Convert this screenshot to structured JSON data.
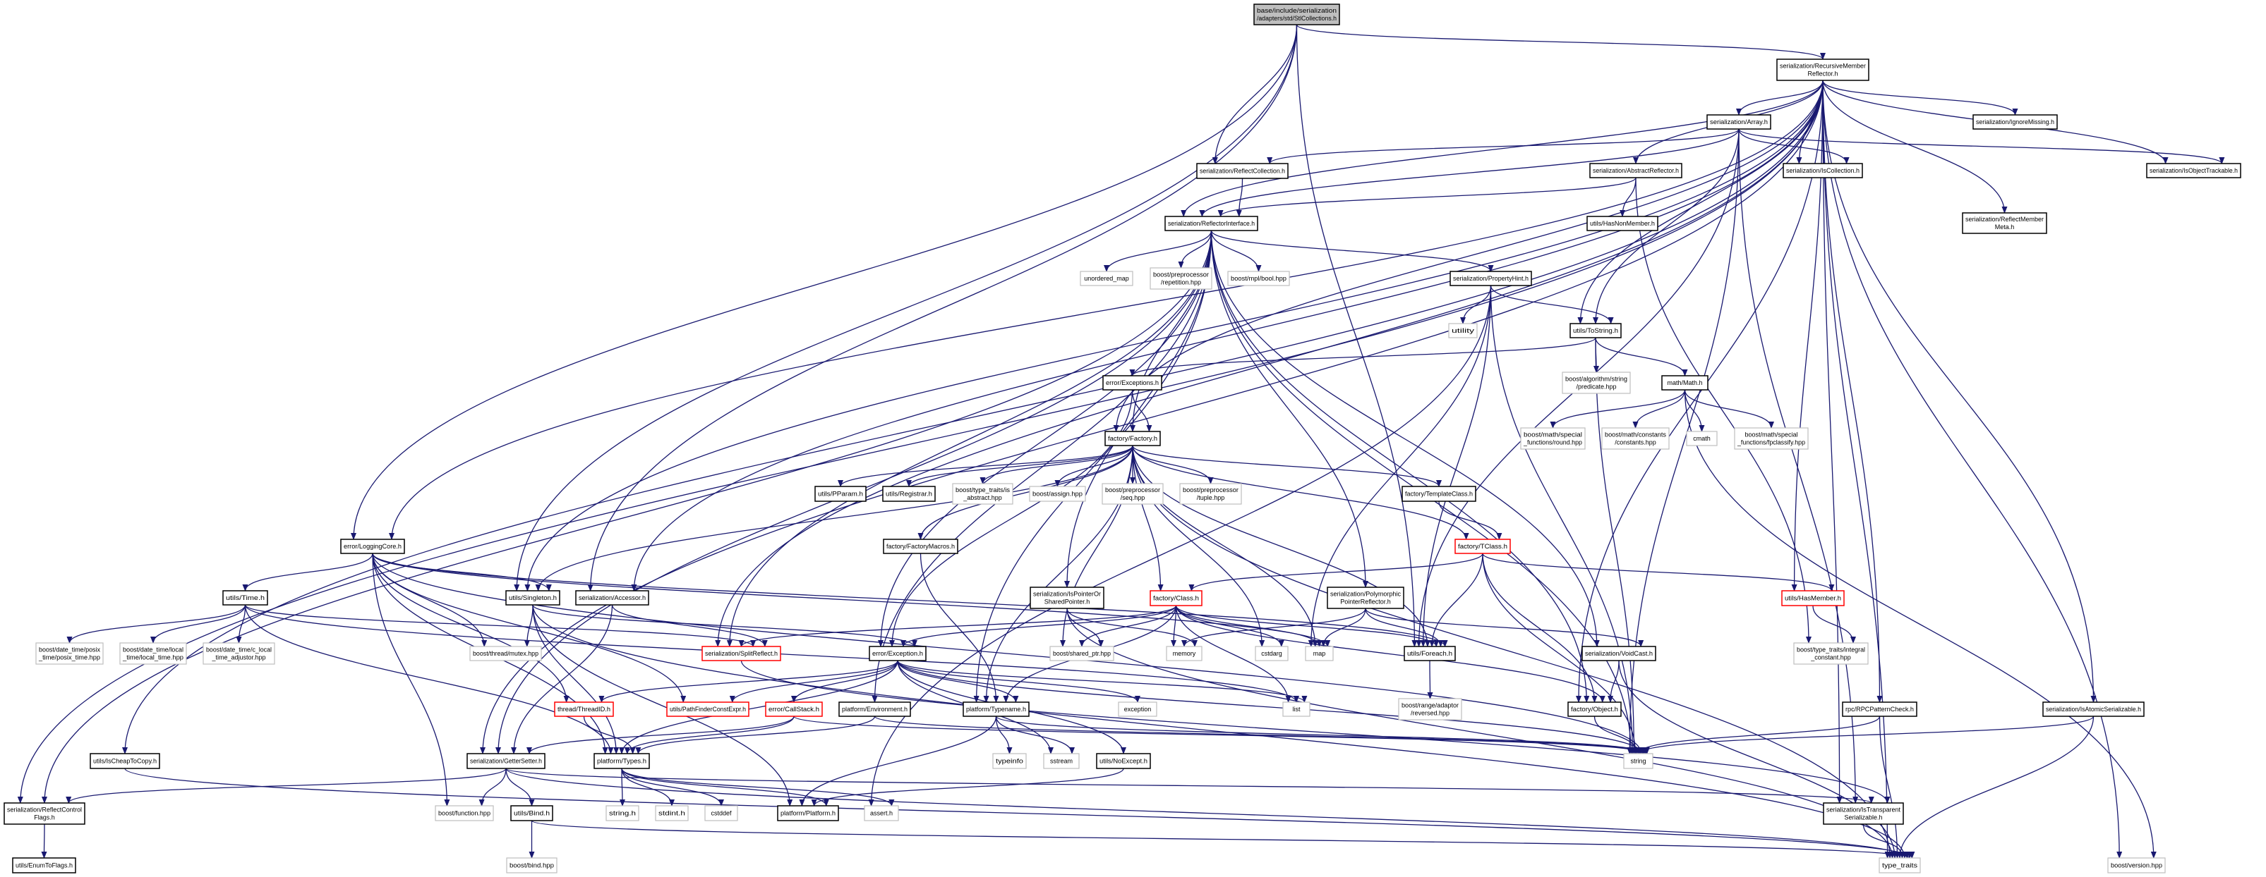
{
  "title": "base/include/serialization/adapters/std/StlCollections.h",
  "colors": {
    "edge": "#191970",
    "root_fill": "#bfbfbf",
    "local_border": "#000000",
    "system_border": "#bfbfbf",
    "truncated_border": "#ff0000"
  },
  "nodes": [
    {
      "id": "root",
      "kind": "root",
      "label": [
        "base/include/serialization",
        "/adapters/std/StlCollections.h"
      ]
    },
    {
      "id": "rmr",
      "kind": "local",
      "label": [
        "serialization/RecursiveMember",
        "Reflector.h"
      ]
    },
    {
      "id": "array",
      "kind": "local",
      "label": [
        "serialization/Array.h"
      ]
    },
    {
      "id": "ignore",
      "kind": "local",
      "label": [
        "serialization/IgnoreMissing.h"
      ]
    },
    {
      "id": "abstract",
      "kind": "local",
      "label": [
        "serialization/AbstractReflector.h"
      ]
    },
    {
      "id": "iscoll",
      "kind": "local",
      "label": [
        "serialization/IsCollection.h"
      ]
    },
    {
      "id": "istrack",
      "kind": "local",
      "label": [
        "serialization/IsObjectTrackable.h"
      ]
    },
    {
      "id": "hasnon",
      "kind": "local",
      "label": [
        "utils/HasNonMember.h"
      ]
    },
    {
      "id": "meta",
      "kind": "local",
      "label": [
        "serialization/ReflectMember",
        "Meta.h"
      ]
    },
    {
      "id": "rcoll",
      "kind": "local",
      "label": [
        "serialization/ReflectCollection.h"
      ]
    },
    {
      "id": "rif",
      "kind": "local",
      "label": [
        "serialization/ReflectorInterface.h"
      ]
    },
    {
      "id": "umap",
      "kind": "system",
      "label": [
        "unordered_map"
      ]
    },
    {
      "id": "rep",
      "kind": "system",
      "label": [
        "boost/preprocessor",
        "/repetition.hpp"
      ]
    },
    {
      "id": "mplbool",
      "kind": "system",
      "label": [
        "boost/mpl/bool.hpp"
      ]
    },
    {
      "id": "phint",
      "kind": "local",
      "label": [
        "serialization/PropertyHint.h"
      ]
    },
    {
      "id": "utility",
      "kind": "system",
      "label": [
        "utility"
      ]
    },
    {
      "id": "tostring",
      "kind": "local",
      "label": [
        "utils/ToString.h"
      ]
    },
    {
      "id": "pred",
      "kind": "system",
      "label": [
        "boost/algorithm/string",
        "/predicate.hpp"
      ]
    },
    {
      "id": "math",
      "kind": "local",
      "label": [
        "math/Math.h"
      ]
    },
    {
      "id": "round",
      "kind": "system",
      "label": [
        "boost/math/special",
        "_functions/round.hpp"
      ]
    },
    {
      "id": "consts",
      "kind": "system",
      "label": [
        "boost/math/constants",
        "/constants.hpp"
      ]
    },
    {
      "id": "cmath",
      "kind": "system",
      "label": [
        "cmath"
      ]
    },
    {
      "id": "fpc",
      "kind": "system",
      "label": [
        "boost/math/special",
        "_functions/fpclassify.hpp"
      ]
    },
    {
      "id": "errexc",
      "kind": "local",
      "label": [
        "error/Exceptions.h"
      ]
    },
    {
      "id": "factory",
      "kind": "local",
      "label": [
        "factory/Factory.h"
      ]
    },
    {
      "id": "pparam",
      "kind": "local",
      "label": [
        "utils/PParam.h"
      ]
    },
    {
      "id": "registrar",
      "kind": "local",
      "label": [
        "utils/Registrar.h"
      ]
    },
    {
      "id": "isabs",
      "kind": "system",
      "label": [
        "boost/type_traits/is",
        "_abstract.hpp"
      ]
    },
    {
      "id": "assign",
      "kind": "system",
      "label": [
        "boost/assign.hpp"
      ]
    },
    {
      "id": "seq",
      "kind": "system",
      "label": [
        "boost/preprocessor",
        "/seq.hpp"
      ]
    },
    {
      "id": "tuple",
      "kind": "system",
      "label": [
        "boost/preprocessor",
        "/tuple.hpp"
      ]
    },
    {
      "id": "tmplclass",
      "kind": "local",
      "label": [
        "factory/TemplateClass.h"
      ]
    },
    {
      "id": "fmacros",
      "kind": "local",
      "label": [
        "factory/FactoryMacros.h"
      ]
    },
    {
      "id": "tclass",
      "kind": "truncated",
      "label": [
        "factory/TClass.h"
      ]
    },
    {
      "id": "logcore",
      "kind": "local",
      "label": [
        "error/LoggingCore.h"
      ]
    },
    {
      "id": "time",
      "kind": "local",
      "label": [
        "utils/Time.h"
      ]
    },
    {
      "id": "singleton",
      "kind": "local",
      "label": [
        "utils/Singleton.h"
      ]
    },
    {
      "id": "accessor",
      "kind": "local",
      "label": [
        "serialization/Accessor.h"
      ]
    },
    {
      "id": "isptr",
      "kind": "local",
      "label": [
        "serialization/IsPointerOr",
        "SharedPointer.h"
      ]
    },
    {
      "id": "class",
      "kind": "truncated",
      "label": [
        "factory/Class.h"
      ]
    },
    {
      "id": "poly",
      "kind": "local",
      "label": [
        "serialization/Polymorphic",
        "PointerReflector.h"
      ]
    },
    {
      "id": "hasmember",
      "kind": "truncated",
      "label": [
        "utils/HasMember.h"
      ]
    },
    {
      "id": "posix",
      "kind": "system",
      "label": [
        "boost/date_time/posix",
        "_time/posix_time.hpp"
      ]
    },
    {
      "id": "local",
      "kind": "system",
      "label": [
        "boost/date_time/local",
        "_time/local_time.hpp"
      ]
    },
    {
      "id": "clocal",
      "kind": "system",
      "label": [
        "boost/date_time/c_local",
        "_time_adjustor.hpp"
      ]
    },
    {
      "id": "mutex",
      "kind": "system",
      "label": [
        "boost/thread/mutex.hpp"
      ]
    },
    {
      "id": "split",
      "kind": "truncated",
      "label": [
        "serialization/SplitReflect.h"
      ]
    },
    {
      "id": "exception_h",
      "kind": "local",
      "label": [
        "error/Exception.h"
      ]
    },
    {
      "id": "sharedptr",
      "kind": "system",
      "label": [
        "boost/shared_ptr.hpp"
      ]
    },
    {
      "id": "memory",
      "kind": "system",
      "label": [
        "memory"
      ]
    },
    {
      "id": "cstdarg",
      "kind": "system",
      "label": [
        "cstdarg"
      ]
    },
    {
      "id": "map",
      "kind": "system",
      "label": [
        "map"
      ]
    },
    {
      "id": "foreach",
      "kind": "local",
      "label": [
        "utils/Foreach.h"
      ]
    },
    {
      "id": "integral",
      "kind": "system",
      "label": [
        "boost/type_traits/integral",
        "_constant.hpp"
      ]
    },
    {
      "id": "voidcast",
      "kind": "local",
      "label": [
        "serialization/VoidCast.h"
      ]
    },
    {
      "id": "threadid",
      "kind": "truncated",
      "label": [
        "thread/ThreadID.h"
      ]
    },
    {
      "id": "pathfinder",
      "kind": "truncated",
      "label": [
        "utils/PathFinderConstExpr.h"
      ]
    },
    {
      "id": "callstack",
      "kind": "truncated",
      "label": [
        "error/CallStack.h"
      ]
    },
    {
      "id": "env",
      "kind": "local",
      "label": [
        "platform/Environment.h"
      ]
    },
    {
      "id": "typename",
      "kind": "local",
      "label": [
        "platform/Typename.h"
      ]
    },
    {
      "id": "exception",
      "kind": "system",
      "label": [
        "exception"
      ]
    },
    {
      "id": "list",
      "kind": "system",
      "label": [
        "list"
      ]
    },
    {
      "id": "reversed",
      "kind": "system",
      "label": [
        "boost/range/adaptor",
        "/reversed.hpp"
      ]
    },
    {
      "id": "object",
      "kind": "local",
      "label": [
        "factory/Object.h"
      ]
    },
    {
      "id": "rpc",
      "kind": "local",
      "label": [
        "rpc/RPCPatternCheck.h"
      ]
    },
    {
      "id": "atomic",
      "kind": "local",
      "label": [
        "serialization/IsAtomicSerializable.h"
      ]
    },
    {
      "id": "cheap",
      "kind": "local",
      "label": [
        "utils/IsCheapToCopy.h"
      ]
    },
    {
      "id": "getset",
      "kind": "local",
      "label": [
        "serialization/GetterSetter.h"
      ]
    },
    {
      "id": "types",
      "kind": "local",
      "label": [
        "platform/Types.h"
      ]
    },
    {
      "id": "typeinfo",
      "kind": "system",
      "label": [
        "typeinfo"
      ]
    },
    {
      "id": "sstream",
      "kind": "system",
      "label": [
        "sstream"
      ]
    },
    {
      "id": "noexcept",
      "kind": "local",
      "label": [
        "utils/NoExcept.h"
      ]
    },
    {
      "id": "string",
      "kind": "system",
      "label": [
        "string"
      ]
    },
    {
      "id": "flags",
      "kind": "local",
      "label": [
        "serialization/ReflectControl",
        "Flags.h"
      ]
    },
    {
      "id": "function",
      "kind": "system",
      "label": [
        "boost/function.hpp"
      ]
    },
    {
      "id": "bind",
      "kind": "local",
      "label": [
        "utils/Bind.h"
      ]
    },
    {
      "id": "stringh",
      "kind": "system",
      "label": [
        "string.h"
      ]
    },
    {
      "id": "stdint",
      "kind": "system",
      "label": [
        "stdint.h"
      ]
    },
    {
      "id": "cstddef",
      "kind": "system",
      "label": [
        "cstddef"
      ]
    },
    {
      "id": "platform",
      "kind": "local",
      "label": [
        "platform/Platform.h"
      ]
    },
    {
      "id": "assert",
      "kind": "system",
      "label": [
        "assert.h"
      ]
    },
    {
      "id": "transparent",
      "kind": "local",
      "label": [
        "serialization/IsTransparent",
        "Serializable.h"
      ]
    },
    {
      "id": "enumflags",
      "kind": "local",
      "label": [
        "utils/EnumToFlags.h"
      ]
    },
    {
      "id": "bindhpp",
      "kind": "system",
      "label": [
        "boost/bind.hpp"
      ]
    },
    {
      "id": "typetraits",
      "kind": "system",
      "label": [
        "type_traits"
      ]
    },
    {
      "id": "version",
      "kind": "system",
      "label": [
        "boost/version.hpp"
      ]
    }
  ],
  "edges": [
    [
      "root",
      "rmr"
    ],
    [
      "root",
      "rcoll"
    ],
    [
      "root",
      "logcore"
    ],
    [
      "root",
      "foreach"
    ],
    [
      "root",
      "singleton"
    ],
    [
      "root",
      "accessor"
    ],
    [
      "rmr",
      "array"
    ],
    [
      "rmr",
      "iscoll"
    ],
    [
      "rmr",
      "ignore"
    ],
    [
      "rmr",
      "abstract"
    ],
    [
      "rmr",
      "istrack"
    ],
    [
      "rmr",
      "meta"
    ],
    [
      "rmr",
      "tostring"
    ],
    [
      "rmr",
      "logcore"
    ],
    [
      "rmr",
      "singleton"
    ],
    [
      "rmr",
      "accessor"
    ],
    [
      "rmr",
      "getset"
    ],
    [
      "rmr",
      "flags"
    ],
    [
      "rmr",
      "cheap"
    ],
    [
      "rmr",
      "split"
    ],
    [
      "rmr",
      "rif"
    ],
    [
      "rmr",
      "atomic"
    ],
    [
      "rmr",
      "transparent"
    ],
    [
      "rmr",
      "typetraits"
    ],
    [
      "rmr",
      "version"
    ],
    [
      "rmr",
      "hasmember"
    ],
    [
      "rmr",
      "factory"
    ],
    [
      "rmr",
      "rpc"
    ],
    [
      "rmr",
      "object"
    ],
    [
      "array",
      "iscoll"
    ],
    [
      "array",
      "istrack"
    ],
    [
      "array",
      "rif"
    ],
    [
      "array",
      "rcoll"
    ],
    [
      "array",
      "tostring"
    ],
    [
      "array",
      "string"
    ],
    [
      "array",
      "foreach"
    ],
    [
      "array",
      "transparent"
    ],
    [
      "abstract",
      "hasnon"
    ],
    [
      "abstract",
      "rif"
    ],
    [
      "abstract",
      "integral"
    ],
    [
      "rcoll",
      "rif"
    ],
    [
      "rif",
      "umap"
    ],
    [
      "rif",
      "rep"
    ],
    [
      "rif",
      "mplbool"
    ],
    [
      "rif",
      "phint"
    ],
    [
      "rif",
      "factory"
    ],
    [
      "rif",
      "exception_h"
    ],
    [
      "rif",
      "typename"
    ],
    [
      "rif",
      "split"
    ],
    [
      "rif",
      "getset"
    ],
    [
      "rif",
      "flags"
    ],
    [
      "rif",
      "poly"
    ],
    [
      "rif",
      "isptr"
    ],
    [
      "rif",
      "env"
    ],
    [
      "rif",
      "string"
    ],
    [
      "rif",
      "voidcast"
    ],
    [
      "rif",
      "object"
    ],
    [
      "phint",
      "utility"
    ],
    [
      "phint",
      "tostring"
    ],
    [
      "phint",
      "string"
    ],
    [
      "phint",
      "map"
    ],
    [
      "phint",
      "foreach"
    ],
    [
      "phint",
      "assert"
    ],
    [
      "tostring",
      "pred"
    ],
    [
      "tostring",
      "math"
    ],
    [
      "tostring",
      "errexc"
    ],
    [
      "tostring",
      "string"
    ],
    [
      "math",
      "round"
    ],
    [
      "math",
      "consts"
    ],
    [
      "math",
      "cmath"
    ],
    [
      "math",
      "fpc"
    ],
    [
      "math",
      "version"
    ],
    [
      "errexc",
      "factory"
    ],
    [
      "errexc",
      "exception_h"
    ],
    [
      "factory",
      "pparam"
    ],
    [
      "factory",
      "registrar"
    ],
    [
      "factory",
      "isabs"
    ],
    [
      "factory",
      "assign"
    ],
    [
      "factory",
      "seq"
    ],
    [
      "factory",
      "tuple"
    ],
    [
      "factory",
      "tmplclass"
    ],
    [
      "factory",
      "tclass"
    ],
    [
      "factory",
      "fmacros"
    ],
    [
      "factory",
      "class"
    ],
    [
      "factory",
      "sharedptr"
    ],
    [
      "factory",
      "cstdarg"
    ],
    [
      "factory",
      "map"
    ],
    [
      "factory",
      "foreach"
    ],
    [
      "factory",
      "singleton"
    ],
    [
      "factory",
      "typename"
    ],
    [
      "factory",
      "typetraits"
    ],
    [
      "tmplclass",
      "tclass"
    ],
    [
      "fmacros",
      "typename"
    ],
    [
      "tclass",
      "class"
    ],
    [
      "tclass",
      "hasmember"
    ],
    [
      "tclass",
      "foreach"
    ],
    [
      "tclass",
      "string"
    ],
    [
      "tclass",
      "object"
    ],
    [
      "class",
      "exception_h"
    ],
    [
      "class",
      "split"
    ],
    [
      "class",
      "sharedptr"
    ],
    [
      "class",
      "memory"
    ],
    [
      "class",
      "cstdarg"
    ],
    [
      "class",
      "map"
    ],
    [
      "class",
      "foreach"
    ],
    [
      "class",
      "object"
    ],
    [
      "class",
      "typename"
    ],
    [
      "class",
      "list"
    ],
    [
      "poly",
      "memory"
    ],
    [
      "poly",
      "map"
    ],
    [
      "poly",
      "foreach"
    ],
    [
      "poly",
      "voidcast"
    ],
    [
      "isptr",
      "sharedptr"
    ],
    [
      "isptr",
      "memory"
    ],
    [
      "isptr",
      "typetraits"
    ],
    [
      "hasmember",
      "integral"
    ],
    [
      "voidcast",
      "object"
    ],
    [
      "voidcast",
      "typetraits"
    ],
    [
      "object",
      "string"
    ],
    [
      "rpc",
      "string"
    ],
    [
      "rpc",
      "typetraits"
    ],
    [
      "atomic",
      "string"
    ],
    [
      "atomic",
      "typetraits"
    ],
    [
      "transparent",
      "typetraits"
    ],
    [
      "logcore",
      "time"
    ],
    [
      "logcore",
      "singleton"
    ],
    [
      "logcore",
      "mutex"
    ],
    [
      "logcore",
      "threadid"
    ],
    [
      "logcore",
      "pathfinder"
    ],
    [
      "logcore",
      "types"
    ],
    [
      "logcore",
      "function"
    ],
    [
      "logcore",
      "foreach"
    ],
    [
      "logcore",
      "map"
    ],
    [
      "logcore",
      "string"
    ],
    [
      "time",
      "posix"
    ],
    [
      "time",
      "local"
    ],
    [
      "time",
      "clocal"
    ],
    [
      "time",
      "types"
    ],
    [
      "time",
      "split"
    ],
    [
      "time",
      "list"
    ],
    [
      "singleton",
      "mutex"
    ],
    [
      "singleton",
      "platform"
    ],
    [
      "singleton",
      "types"
    ],
    [
      "singleton",
      "typetraits"
    ],
    [
      "singleton",
      "exception_h"
    ],
    [
      "accessor",
      "split"
    ],
    [
      "accessor",
      "getset"
    ],
    [
      "exception_h",
      "callstack"
    ],
    [
      "exception_h",
      "pathfinder"
    ],
    [
      "exception_h",
      "threadid"
    ],
    [
      "exception_h",
      "typename"
    ],
    [
      "exception_h",
      "exception"
    ],
    [
      "exception_h",
      "list"
    ],
    [
      "exception_h",
      "sstream"
    ],
    [
      "exception_h",
      "noexcept"
    ],
    [
      "exception_h",
      "string"
    ],
    [
      "exception_h",
      "types"
    ],
    [
      "callstack",
      "types"
    ],
    [
      "callstack",
      "getset"
    ],
    [
      "callstack",
      "string"
    ],
    [
      "threadid",
      "types"
    ],
    [
      "env",
      "types"
    ],
    [
      "env",
      "string"
    ],
    [
      "typename",
      "typeinfo"
    ],
    [
      "typename",
      "sstream"
    ],
    [
      "typename",
      "platform"
    ],
    [
      "typename",
      "string"
    ],
    [
      "noexcept",
      "platform"
    ],
    [
      "getset",
      "function"
    ],
    [
      "getset",
      "bind"
    ],
    [
      "getset",
      "typetraits"
    ],
    [
      "getset",
      "transparent"
    ],
    [
      "getset",
      "flags"
    ],
    [
      "types",
      "stringh"
    ],
    [
      "types",
      "stdint"
    ],
    [
      "types",
      "cstddef"
    ],
    [
      "types",
      "assert"
    ],
    [
      "types",
      "platform"
    ],
    [
      "bind",
      "bindhpp"
    ],
    [
      "bind",
      "typetraits"
    ],
    [
      "flags",
      "enumflags"
    ],
    [
      "cheap",
      "typetraits"
    ],
    [
      "foreach",
      "reversed"
    ],
    [
      "split",
      "transparent"
    ]
  ]
}
